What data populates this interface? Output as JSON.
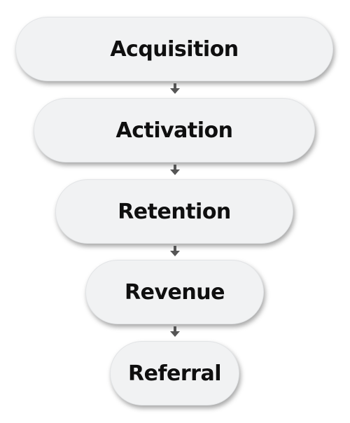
{
  "stages": [
    {
      "label": "Acquisition"
    },
    {
      "label": "Activation"
    },
    {
      "label": "Retention"
    },
    {
      "label": "Revenue"
    },
    {
      "label": "Referral"
    }
  ],
  "colors": {
    "stage_fill": "#f1f2f3",
    "stage_border": "#e2e4e6",
    "text": "#0f0f0f",
    "arrow": "#555555"
  },
  "connector_icon": "arrow-down-icon"
}
